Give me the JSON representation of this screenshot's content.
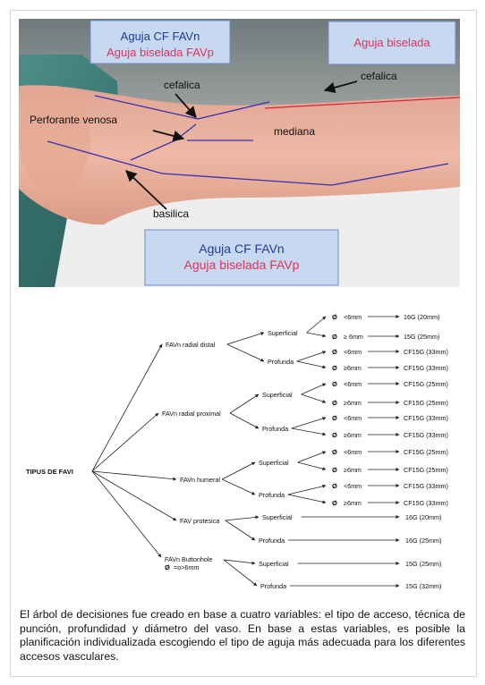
{
  "photo": {
    "box_top_left": {
      "line1": "Aguja CF FAVn",
      "line2": "Aguja biselada FAVp"
    },
    "box_top_right": {
      "line1": "Aguja biselada"
    },
    "box_bottom": {
      "line1": "Aguja CF FAVn",
      "line2": "Aguja biselada FAVp"
    },
    "labels": {
      "cefalica_left": "cefalica",
      "cefalica_right": "cefalica",
      "perforante": "Perforante venosa",
      "mediana": "mediana",
      "basilica": "basilica"
    },
    "colors": {
      "box_fill": "#c6d9f1",
      "blue_text": "#1f3d99",
      "red_text": "#e0325a",
      "vein_line": "#3a2fb0",
      "red_line": "#d8233c"
    }
  },
  "tree": {
    "root": "TIPUS DE FAVI",
    "phi": "Ø",
    "branches": [
      {
        "label": "FAVn radial distal",
        "children": [
          {
            "label": "Superficial",
            "leaves": [
              {
                "cond": "<6mm",
                "result": "16G (20mm)"
              },
              {
                "cond": "≥ 6mm",
                "result": "15G (25mm)"
              }
            ]
          },
          {
            "label": "Profunda",
            "leaves": [
              {
                "cond": "<6mm",
                "result": "CF15G (33mm)"
              },
              {
                "cond": "≥6mm",
                "result": "CF15G (33mm)"
              }
            ]
          }
        ]
      },
      {
        "label": "FAVn radial proximal",
        "children": [
          {
            "label": "Superficial",
            "leaves": [
              {
                "cond": "<6mm",
                "result": "CF15G (25mm)"
              },
              {
                "cond": "≥6mm",
                "result": "CF15G (25mm)"
              }
            ]
          },
          {
            "label": "Profunda",
            "leaves": [
              {
                "cond": "<6mm",
                "result": "CF15G (33mm)"
              },
              {
                "cond": "≥6mm",
                "result": "CF15G (33mm)"
              }
            ]
          }
        ]
      },
      {
        "label": "FAVn humeral",
        "children": [
          {
            "label": "Superficial",
            "leaves": [
              {
                "cond": "<6mm",
                "result": "CF15G (25mm)"
              },
              {
                "cond": "≥6mm",
                "result": "CF15G (25mm)"
              }
            ]
          },
          {
            "label": "Profunda",
            "leaves": [
              {
                "cond": "<6mm",
                "result": "CF15G (33mm)"
              },
              {
                "cond": "≥6mm",
                "result": "CF15G (33mm)"
              }
            ]
          }
        ]
      },
      {
        "label": "FAV protesica",
        "children": [
          {
            "label": "Superficial",
            "result": "16G (20mm)"
          },
          {
            "label": "Profunda",
            "result": "16G (25mm)"
          }
        ]
      },
      {
        "label": "FAVn Buttonhole",
        "sub": "=o>6mm",
        "children": [
          {
            "label": "Superficial",
            "result": "15G (25mm)"
          },
          {
            "label": "Profunda",
            "result": "15G (32mm)"
          }
        ]
      }
    ]
  },
  "caption": "El árbol de decisiones fue creado en base a cuatro variables: el tipo de acceso, técnica de punción, profundidad y diámetro del vaso. En base a estas variables, es posible la planificación individualizada escogiendo el tipo de aguja más adecuada para los diferentes accesos vasculares."
}
